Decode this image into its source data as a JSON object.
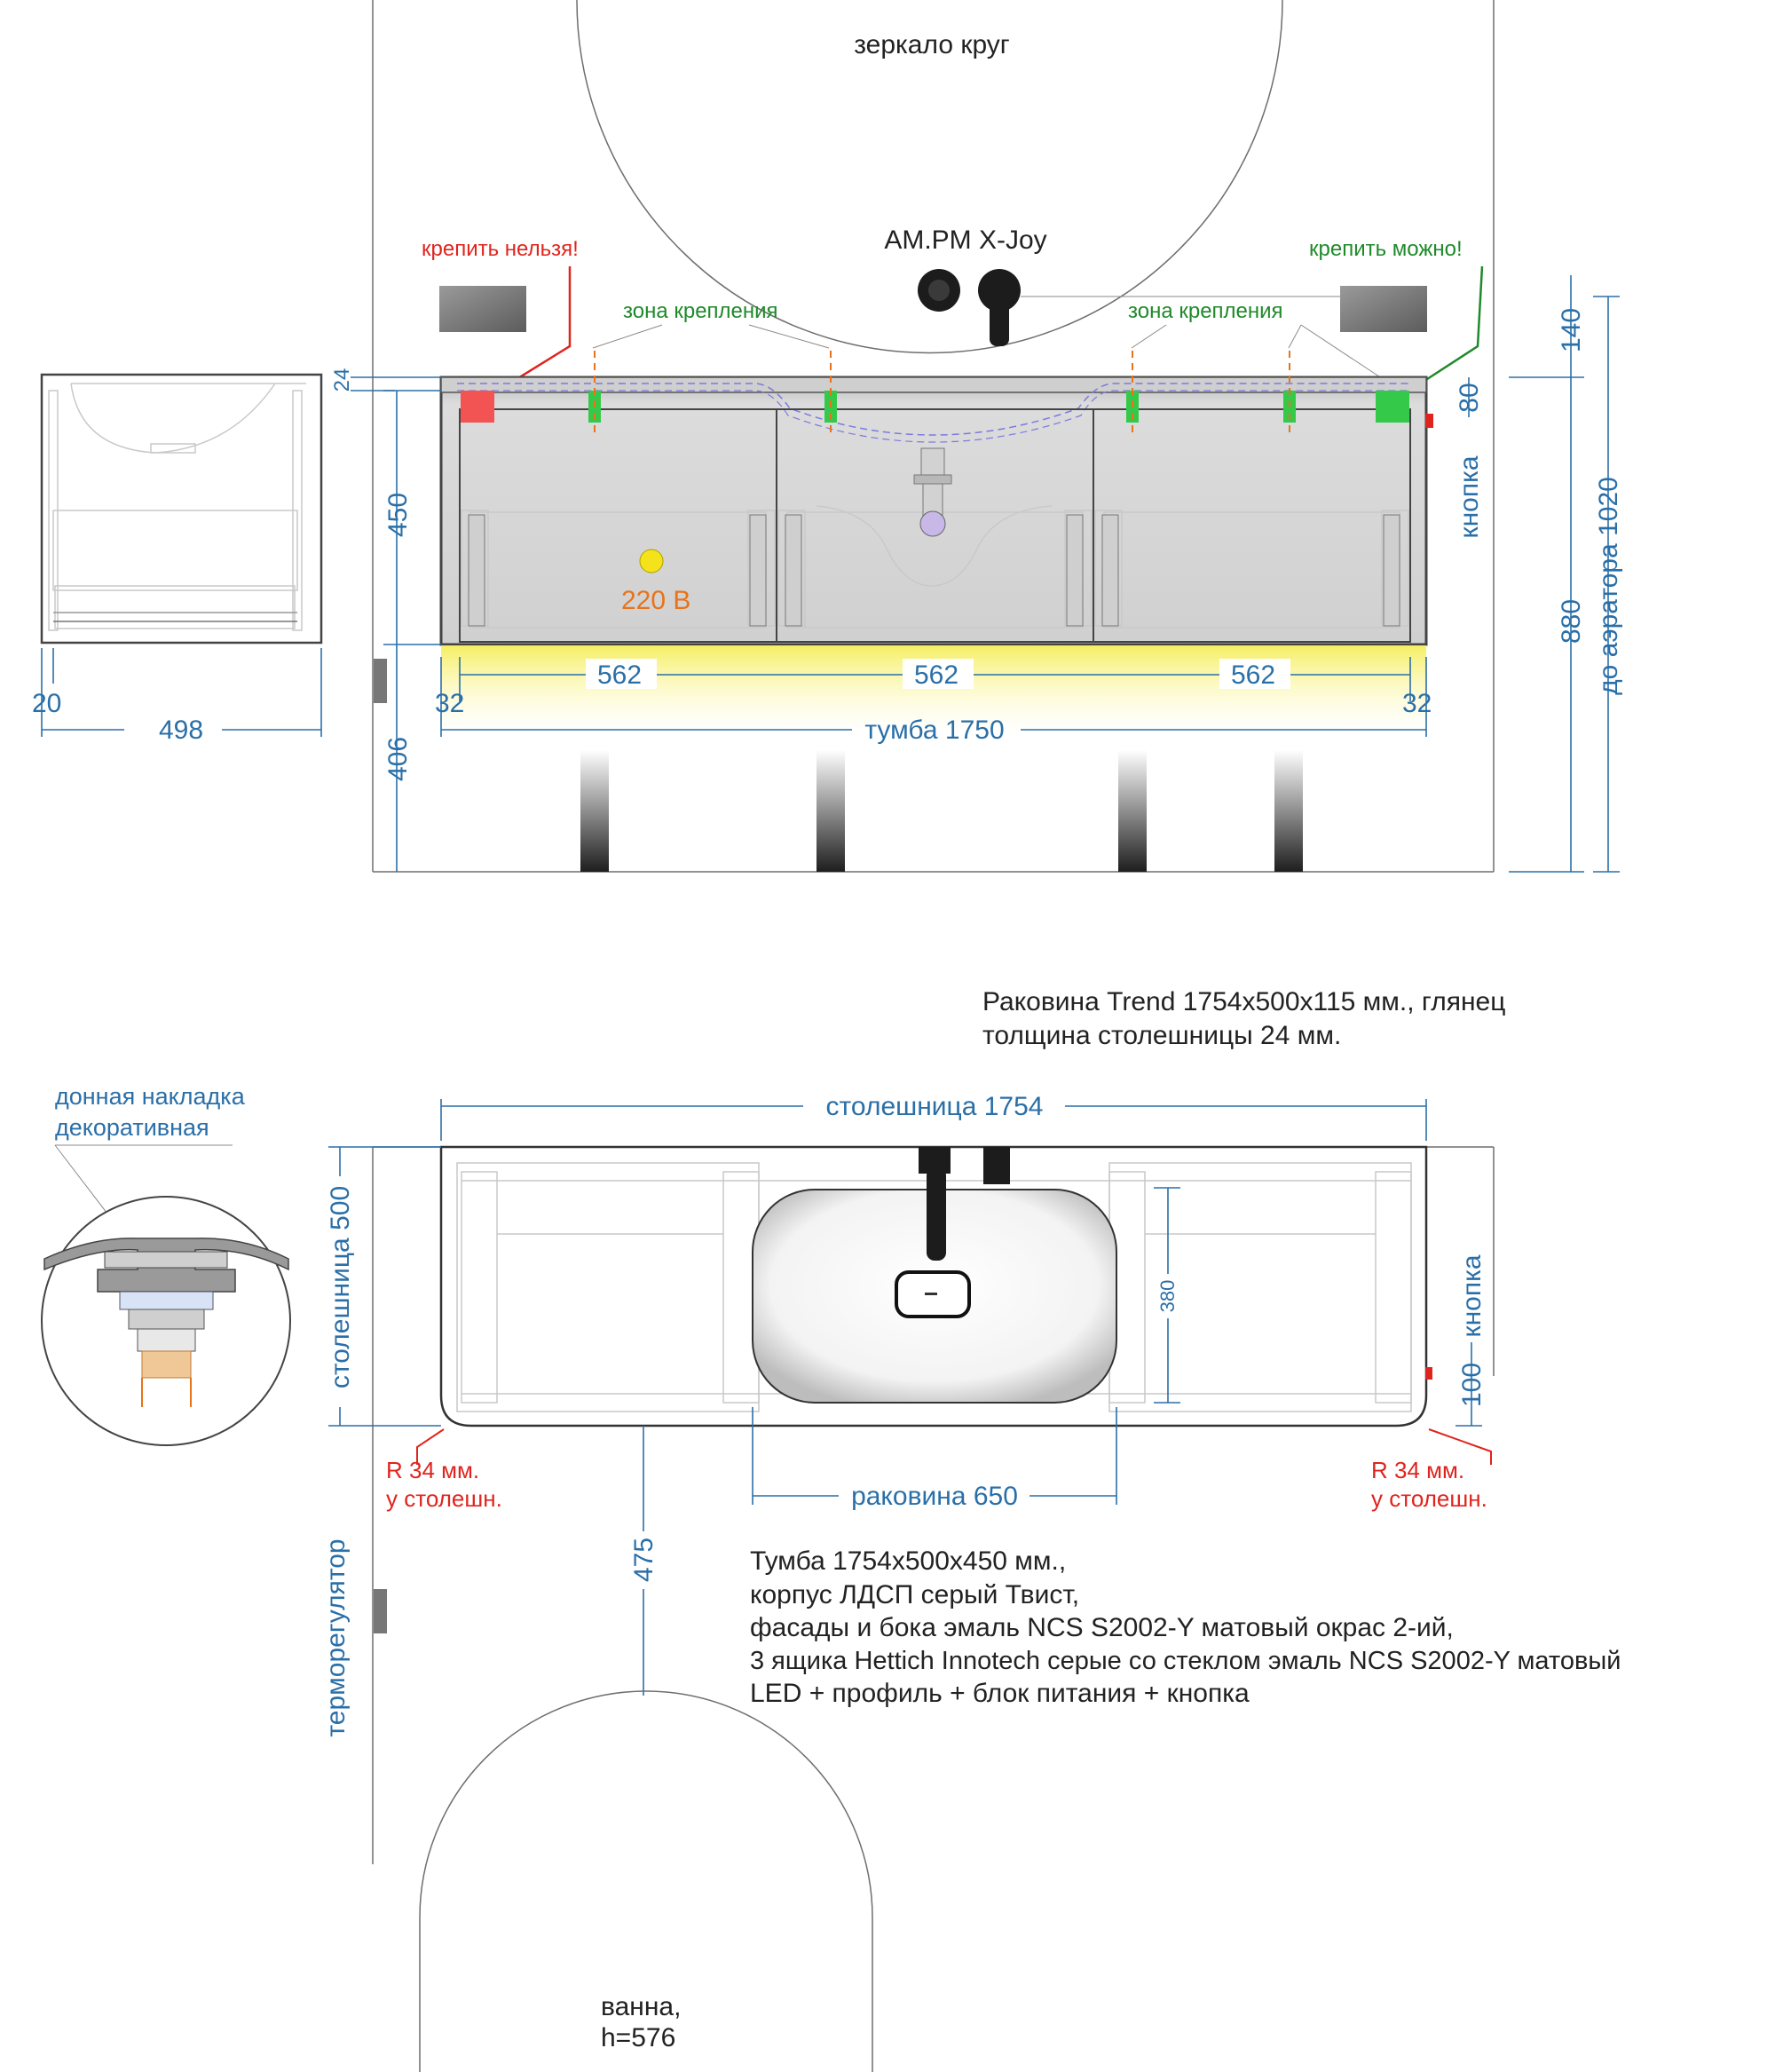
{
  "labels": {
    "mirror": "зеркало круг",
    "faucet": "AM.PM X-Joy",
    "no_mount": "крепить нельзя!",
    "can_mount": "крепить можно!",
    "mount_zone_left": "зона крепления",
    "mount_zone_right": "зона крепления",
    "power": "220 В",
    "button_front": "кнопка",
    "aerator": "до аэратора  1020",
    "cabinet_width": "тумба 1750",
    "sink_desc_1": "Раковина Trend 1754x500x115 мм., глянец",
    "sink_desc_2": "толщина столешницы 24 мм.",
    "bottom_cover_1": "донная накладка",
    "bottom_cover_2": "декоративная",
    "top_width": "столешница 1754",
    "top_depth": "столешница 500",
    "button_top": "кнопка",
    "radius_left_1": "R 34 мм.",
    "radius_left_2": "у столешн.",
    "radius_right_1": "R 34 мм.",
    "radius_right_2": "у столешн.",
    "sink_width": "раковина 650",
    "thermostat": "терморегулятор",
    "bath_1": "ванна,",
    "bath_2": "h=576"
  },
  "dimensions": {
    "d24": "24",
    "d450": "450",
    "d406": "406",
    "d20": "20",
    "d498": "498",
    "d32l": "32",
    "d32r": "32",
    "d562a": "562",
    "d562b": "562",
    "d562c": "562",
    "d140": "140",
    "d80": "80",
    "d880": "880",
    "d380": "380",
    "d100": "100",
    "d475": "475"
  },
  "spec": [
    "Тумба 1754x500x450 мм.,",
    "корпус ЛДСП серый Твист,",
    "фасады и бока эмаль NCS S2002-Y матовый окрас 2-ий,",
    "3 ящика Hettich Innotech серые со стеклом эмаль NCS S2002-Y матовый",
    "LED + профиль + блок питания + кнопка"
  ],
  "colors": {
    "dimension": "#2a6fa8",
    "warning": "#e0241d",
    "ok": "#1f8a2a",
    "power": "#e8731a",
    "led": "#f7f07a",
    "mount_marker": "#35c94a",
    "no_mount_marker": "#f25353"
  }
}
